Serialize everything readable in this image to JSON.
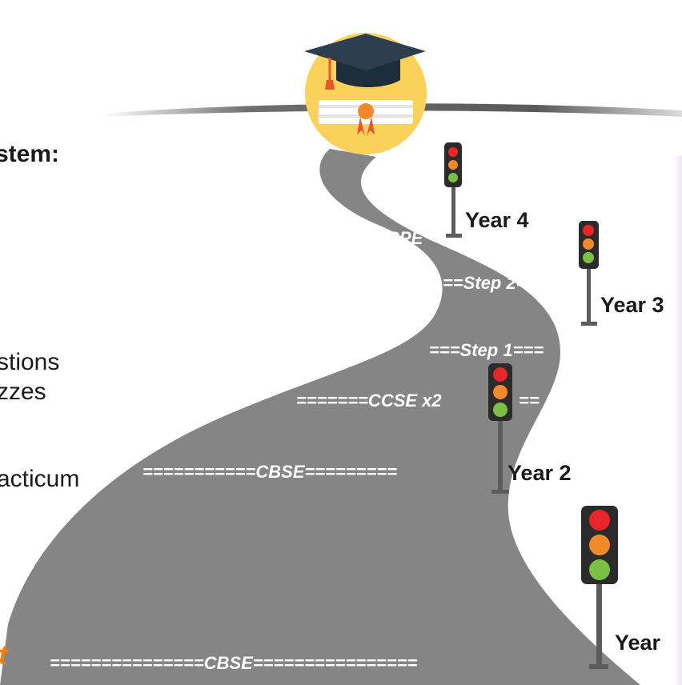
{
  "left_text": {
    "heading_fragment": "stem:",
    "line1": "stions",
    "line2": "zzes",
    "line3": "acticum",
    "accent_fragment": "t"
  },
  "milestones": {
    "year4": "Year 4",
    "year3": "Year 3",
    "year2": "Year 2",
    "year1": "Year"
  },
  "road_labels": {
    "mspe": "MSPE",
    "step2": "==Step 2==",
    "step1": "===Step 1===",
    "ccse": "=======CCSE x2",
    "ccse_tail": "==",
    "cbse_upper": "===========CBSE=========",
    "cbse_lower": "===============CBSE================"
  },
  "icons": {
    "graduation": "graduation-cap-diploma-icon",
    "traffic_light": "traffic-light-icon"
  },
  "colors": {
    "road": "#858585",
    "badge": "#f9d15b",
    "light_red": "#e8262a",
    "light_orange": "#f28a2a",
    "light_green": "#7ac143",
    "accent": "#f07d16"
  }
}
